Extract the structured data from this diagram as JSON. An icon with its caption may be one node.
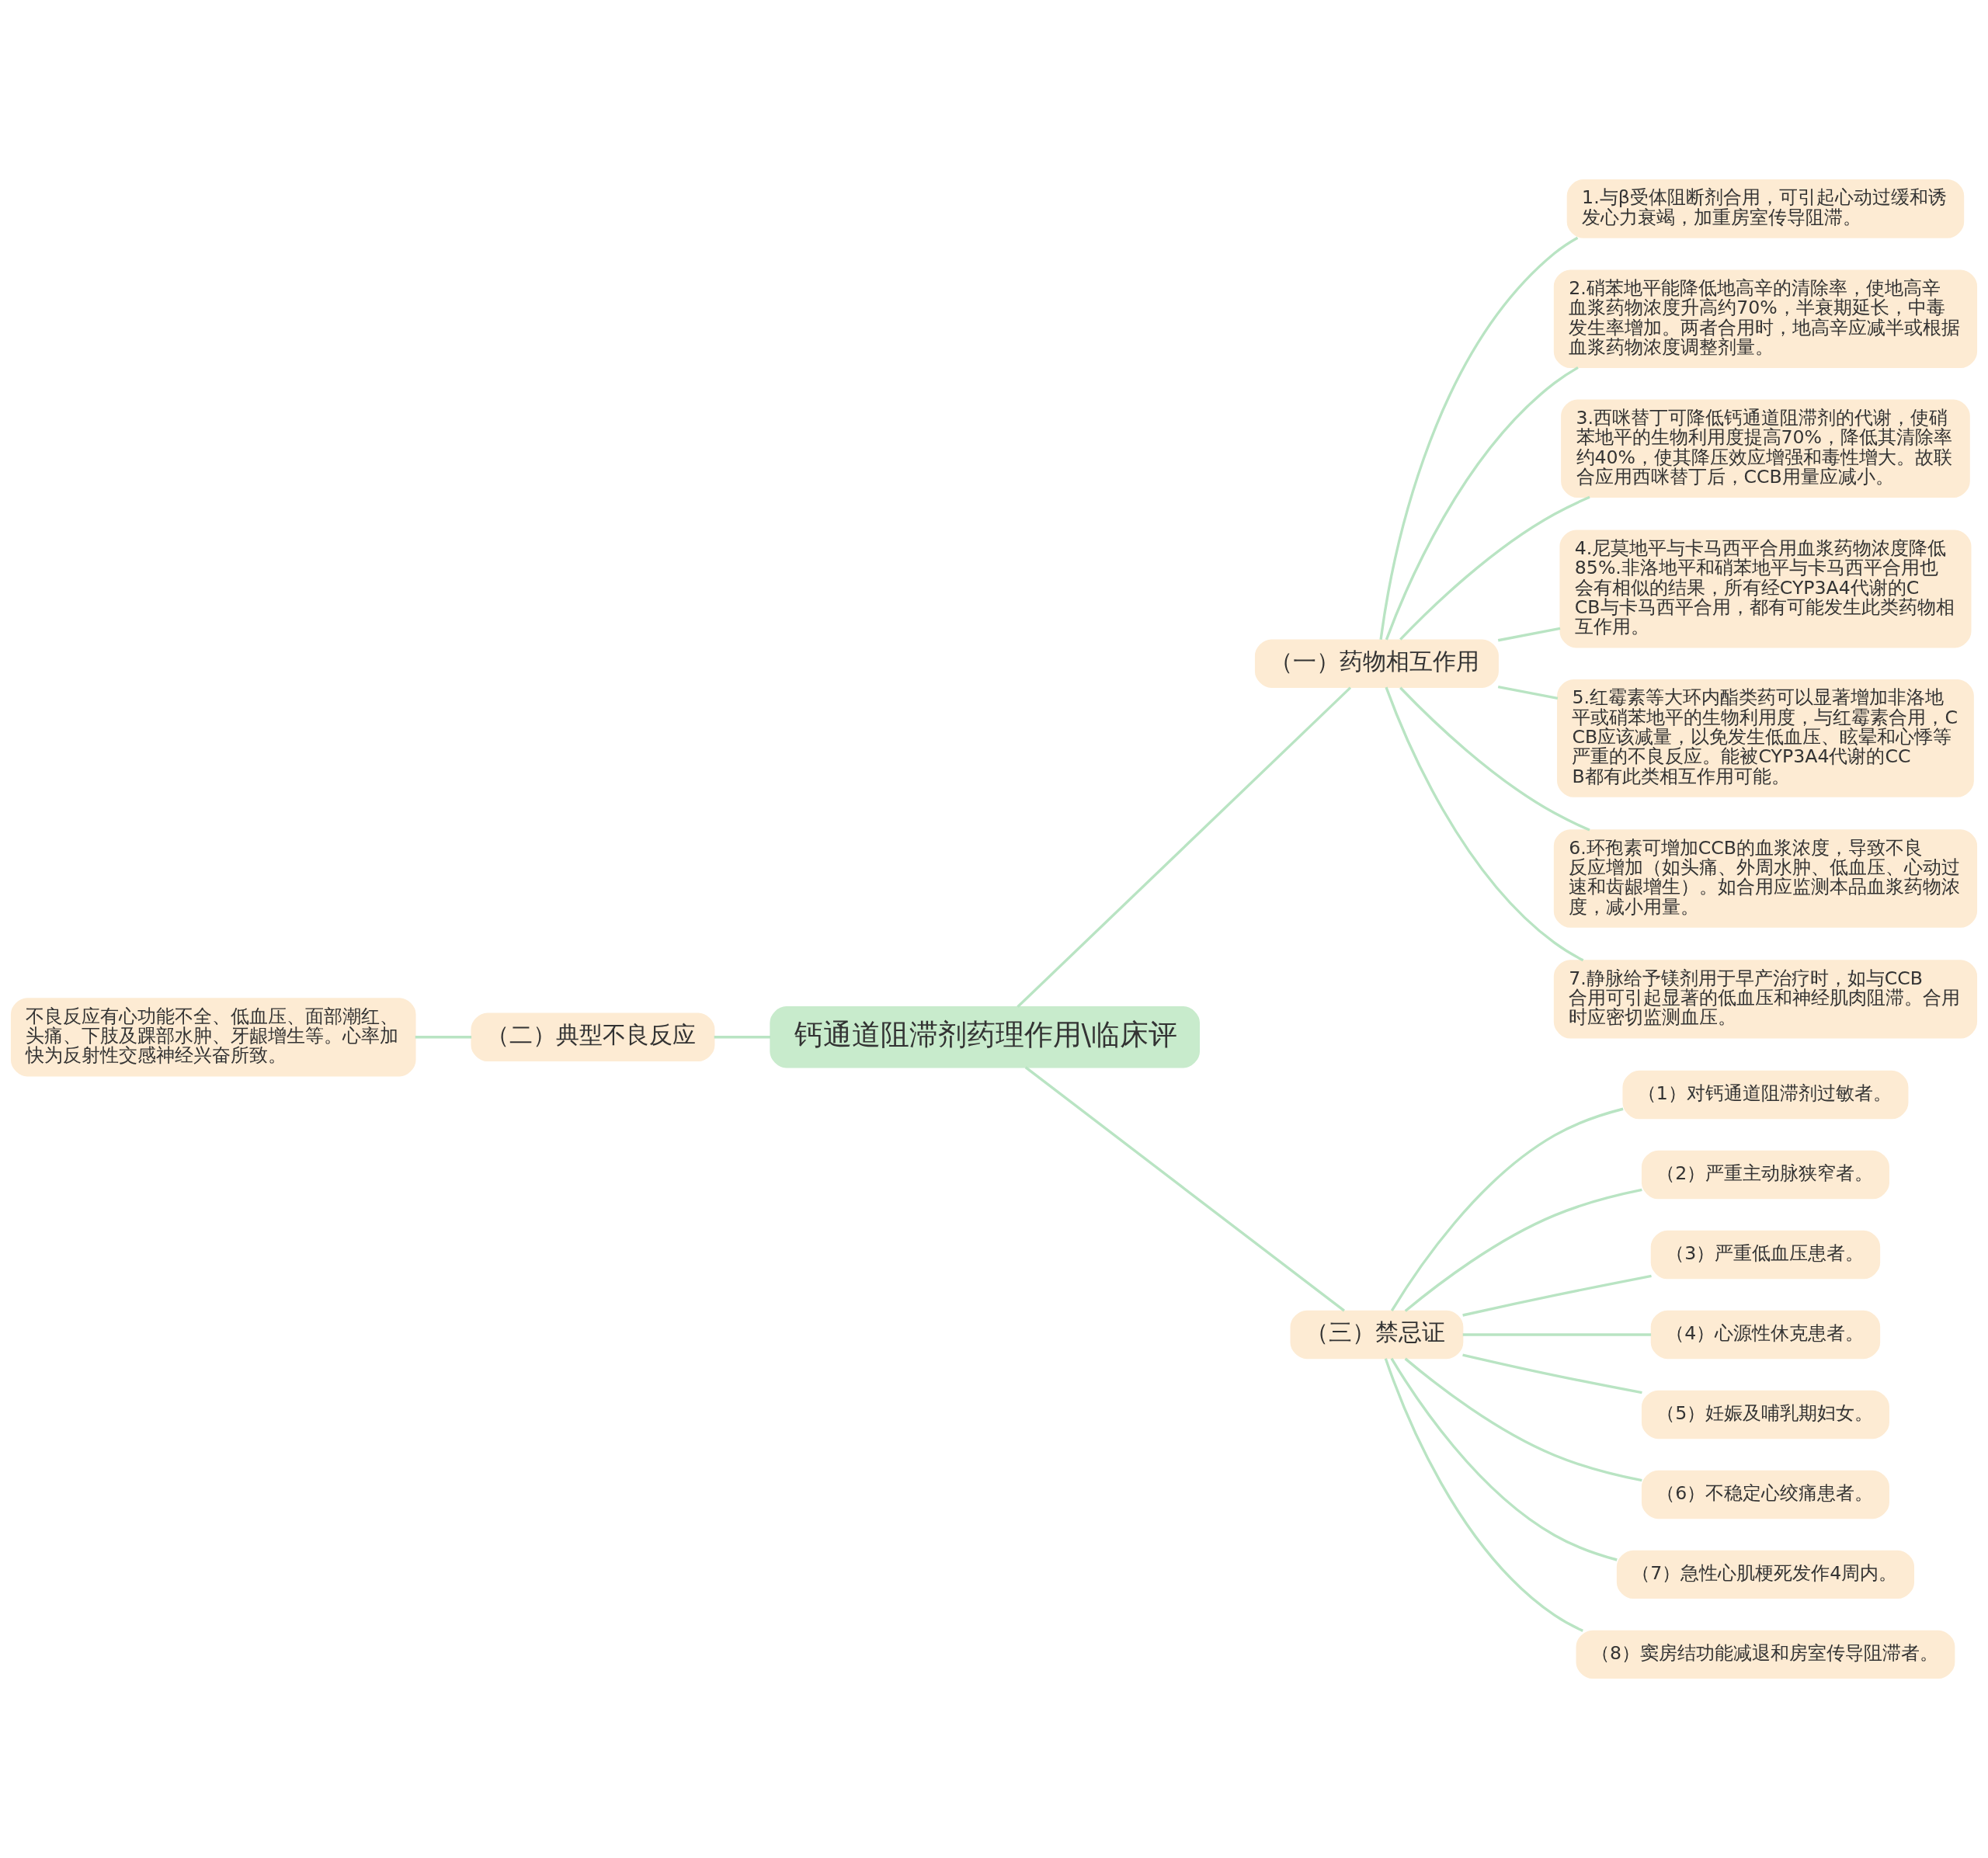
{
  "diagram": {
    "nodes": [
      {
        "text": [
          "钙通道阻滞剂药理作用\\临床评"
        ]
      },
      {
        "text": [
          "（一）药物相互作用"
        ]
      },
      {
        "text": [
          "1.与β受体阻断剂合用，可引起心动过缓和诱发心力衰竭，加重房室传导阻滞。"
        ]
      },
      {
        "text": [
          "2.硝苯地平能降低地高辛的清除率，使地高辛血浆药物浓度升高约70%，半衰期延长，中毒发生率增加。两者合用时，地高辛应减半或根据血浆药物浓度调整剂量。"
        ]
      },
      {
        "text": [
          "3.西咪替丁可降低钙通道阻滞剂的代谢，使硝苯地平的生物利用度提高70%，降低其清除率约40%，使其降压效应增强和毒性增大。故联合应用西咪替丁后，CCB用量应减小。"
        ]
      },
      {
        "text": [
          "4.尼莫地平与卡马西平合用血浆药物浓度降低85%.非洛地平和硝苯地平与卡马西平合用也会有相似的结果，所有经CYP3A4代谢的CCB与卡马西平合用，都有可能发生此类药物相互作用。"
        ]
      },
      {
        "text": [
          "5.红霉素等大环内酯类药可以显著增加非洛地平或硝苯地平的生物利用度，与红霉素合用，CCB应该减量，以免发生低血压、眩晕和心悸等严重的不良反应。能被CYP3A4代谢的CCB都有此类相互作用可能。"
        ]
      },
      {
        "text": [
          "6.环孢素可增加CCB的血浆浓度，导致不良反应增加（如头痛、外周水肿、低血压、心动过速和齿龈增生）。如合用应监测本品血浆药物浓度，减小用量。"
        ]
      },
      {
        "text": [
          "7.静脉给予镁剂用于早产治疗时，如与CCB合用可引起显著的低血压和神经肌肉阻滞。合用时应密切监测血压。"
        ]
      },
      {
        "text": [
          "（二）典型不良反应"
        ]
      },
      {
        "text": [
          "不良反应有心功能不全、低血压、面部潮红、头痛、下肢及踝部水肿、牙龈增生等。心率加快为反射性交感神经兴奋所致。"
        ]
      },
      {
        "text": [
          "（三）禁忌证"
        ]
      },
      {
        "text": [
          "（1）对钙通道阻滞剂过敏者。"
        ]
      },
      {
        "text": [
          "（2）严重主动脉狭窄者。"
        ]
      },
      {
        "text": [
          "（3）严重低血压患者。"
        ]
      },
      {
        "text": [
          "（4）心源性休克患者。"
        ]
      },
      {
        "text": [
          "（5）妊娠及哺乳期妇女。"
        ]
      },
      {
        "text": [
          "（6）不稳定心绞痛患者。"
        ]
      },
      {
        "text": [
          "（7）急性心肌梗死发作4周内。"
        ]
      },
      {
        "text": [
          "（8）窦房结功能减退和房室传导阻滞者。"
        ]
      }
    ],
    "edges": [
      {
        "from": 0,
        "to": 1,
        "arrow": "none"
      },
      {
        "from": 1,
        "to": 2,
        "arrow": "none"
      },
      {
        "from": 1,
        "to": 3,
        "arrow": "none"
      },
      {
        "from": 1,
        "to": 4,
        "arrow": "none"
      },
      {
        "from": 1,
        "to": 5,
        "arrow": "none"
      },
      {
        "from": 1,
        "to": 6,
        "arrow": "none"
      },
      {
        "from": 1,
        "to": 7,
        "arrow": "none"
      },
      {
        "from": 1,
        "to": 8,
        "arrow": "none"
      },
      {
        "from": 0,
        "to": 9,
        "arrow": "none"
      },
      {
        "from": 9,
        "to": 10,
        "arrow": "none"
      },
      {
        "from": 0,
        "to": 11,
        "arrow": "none"
      },
      {
        "from": 11,
        "to": 12,
        "arrow": "none"
      },
      {
        "from": 11,
        "to": 13,
        "arrow": "none"
      },
      {
        "from": 11,
        "to": 14,
        "arrow": "none"
      },
      {
        "from": 11,
        "to": 15,
        "arrow": "none"
      },
      {
        "from": 11,
        "to": 16,
        "arrow": "none"
      },
      {
        "from": 11,
        "to": 17,
        "arrow": "none"
      },
      {
        "from": 11,
        "to": 18,
        "arrow": "none"
      },
      {
        "from": 11,
        "to": 19,
        "arrow": "none"
      }
    ]
  }
}
